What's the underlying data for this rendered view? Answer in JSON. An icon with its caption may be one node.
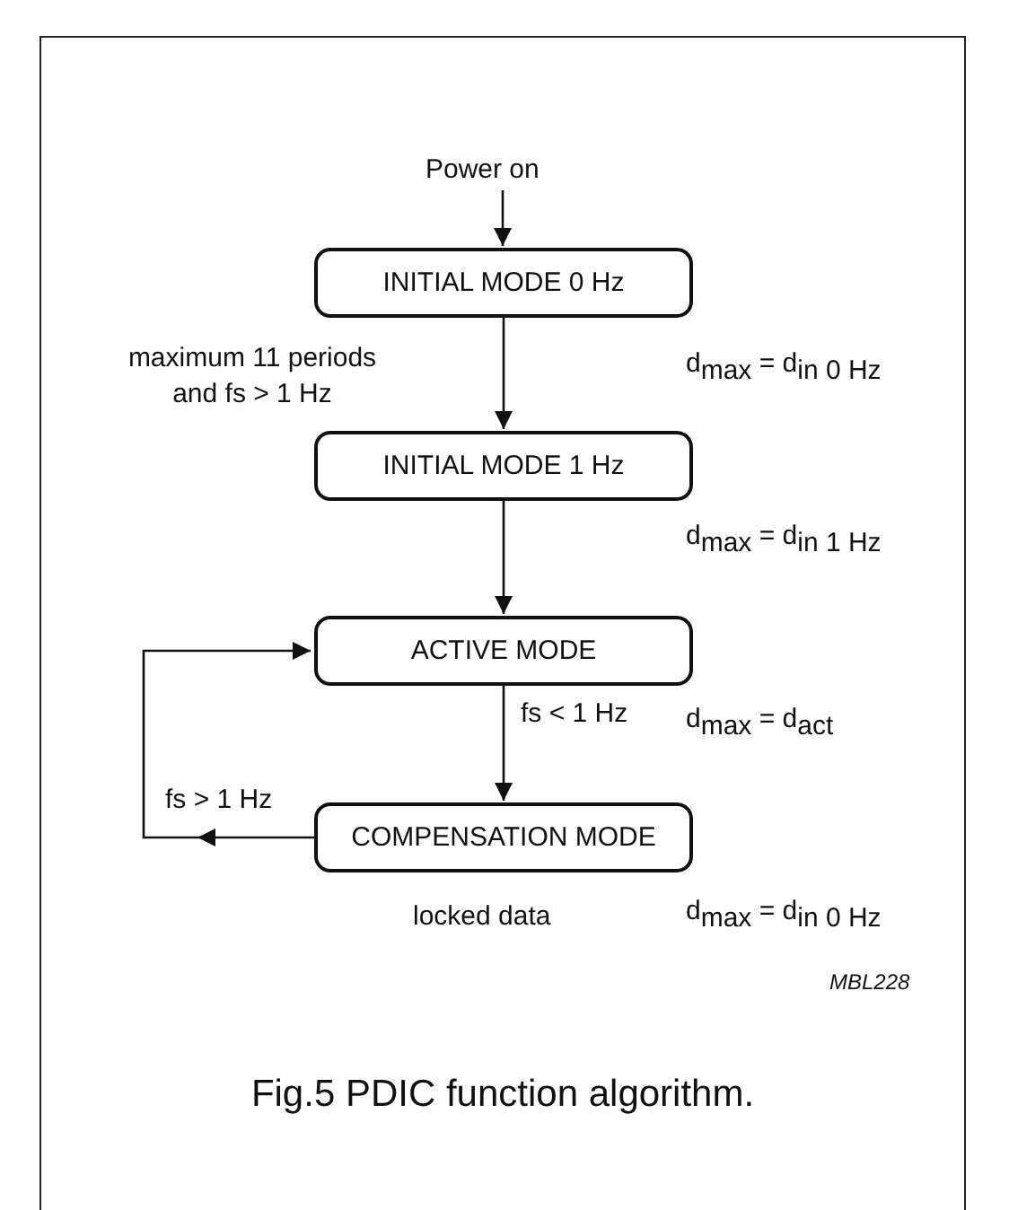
{
  "diagram": {
    "caption": "Fig.5  PDIC function algorithm.",
    "nodes": [
      {
        "text": [
          "Power on"
        ]
      },
      {
        "text": [
          "INITIAL MODE 0 Hz"
        ],
        "beside": [
          "d$_{max}$ = d$_{in 0 Hz}$"
        ]
      },
      {
        "text": [
          "INITIAL MODE 1 Hz"
        ],
        "beside": [
          "d$_{max}$ = d$_{in 1 Hz}$"
        ]
      },
      {
        "text": [
          "ACTIVE MODE"
        ],
        "beside": [
          "d$_{max}$ = d$_{act}$"
        ]
      },
      {
        "text": [
          "COMPENSATION MODE"
        ],
        "beside": [
          "locked data",
          "d$_{max}$ = d$_{in 0 Hz}$"
        ]
      }
    ],
    "edges": [
      {
        "from": 0,
        "to": 1,
        "arrow": "to"
      },
      {
        "from": 1,
        "to": 2,
        "arrow": "to",
        "label": "maximum 11 periods and fs > 1 Hz"
      },
      {
        "from": 2,
        "to": 3,
        "arrow": "to"
      },
      {
        "from": 3,
        "to": 4,
        "arrow": "to",
        "label": "fs < 1 Hz"
      },
      {
        "from": 4,
        "to": 3,
        "arrow": "to",
        "label": "fs > 1 Hz"
      }
    ],
    "labels": [
      "MBL228"
    ]
  }
}
